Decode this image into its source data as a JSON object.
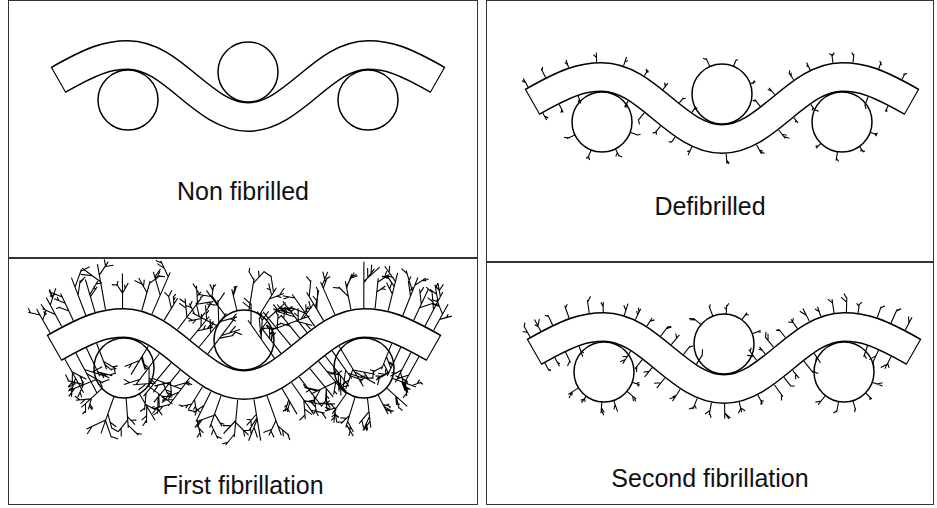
{
  "diagram": {
    "nodes": [
      {
        "text": [
          "Non fibrilled"
        ]
      },
      {
        "text": [
          "Defibrilled"
        ]
      },
      {
        "text": [
          "First fibrillation"
        ]
      },
      {
        "text": [
          "Second fibrillation"
        ]
      }
    ]
  }
}
